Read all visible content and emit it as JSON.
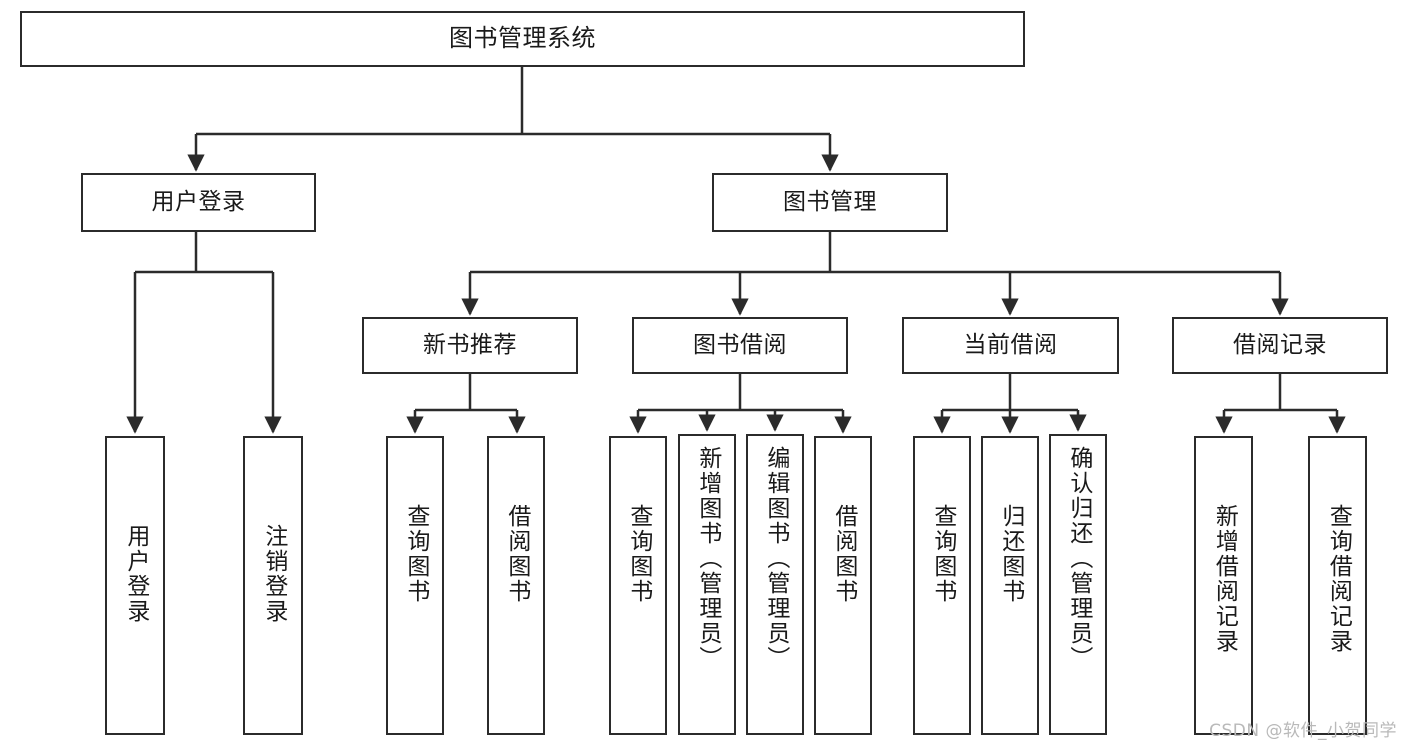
{
  "diagram": {
    "title": "图书管理系统",
    "type": "tree-hierarchy-chart",
    "watermark": "CSDN @软件_小贺同学",
    "colors": {
      "stroke": "#2b2b2b",
      "fill": "#ffffff",
      "text": "#1a1a1a",
      "watermark": "#b9b9b9"
    },
    "nodes": {
      "root": {
        "label": "图书管理系统"
      },
      "level2": [
        {
          "id": "user-login",
          "label": "用户登录"
        },
        {
          "id": "book-management",
          "label": "图书管理"
        }
      ],
      "level3": [
        {
          "id": "new-book-recommend",
          "label": "新书推荐"
        },
        {
          "id": "book-borrow",
          "label": "图书借阅"
        },
        {
          "id": "current-borrow",
          "label": "当前借阅"
        },
        {
          "id": "borrow-record",
          "label": "借阅记录"
        }
      ],
      "leaves": {
        "user-login": [
          {
            "id": "login",
            "label": "用户登录"
          },
          {
            "id": "logout",
            "label": "注销登录"
          }
        ],
        "new-book-recommend": [
          {
            "id": "query-book-1",
            "label": "查询图书"
          },
          {
            "id": "borrow-book-1",
            "label": "借阅图书"
          }
        ],
        "book-borrow": [
          {
            "id": "query-book-2",
            "label": "查询图书"
          },
          {
            "id": "add-book",
            "label": "新增图书（管理员）"
          },
          {
            "id": "edit-book",
            "label": "编辑图书（管理员）"
          },
          {
            "id": "borrow-book-2",
            "label": "借阅图书"
          }
        ],
        "current-borrow": [
          {
            "id": "query-book-3",
            "label": "查询图书"
          },
          {
            "id": "return-book",
            "label": "归还图书"
          },
          {
            "id": "confirm-return",
            "label": "确认归还（管理员）"
          }
        ],
        "borrow-record": [
          {
            "id": "add-record",
            "label": "新增借阅记录"
          },
          {
            "id": "query-record",
            "label": "查询借阅记录"
          }
        ]
      }
    }
  }
}
